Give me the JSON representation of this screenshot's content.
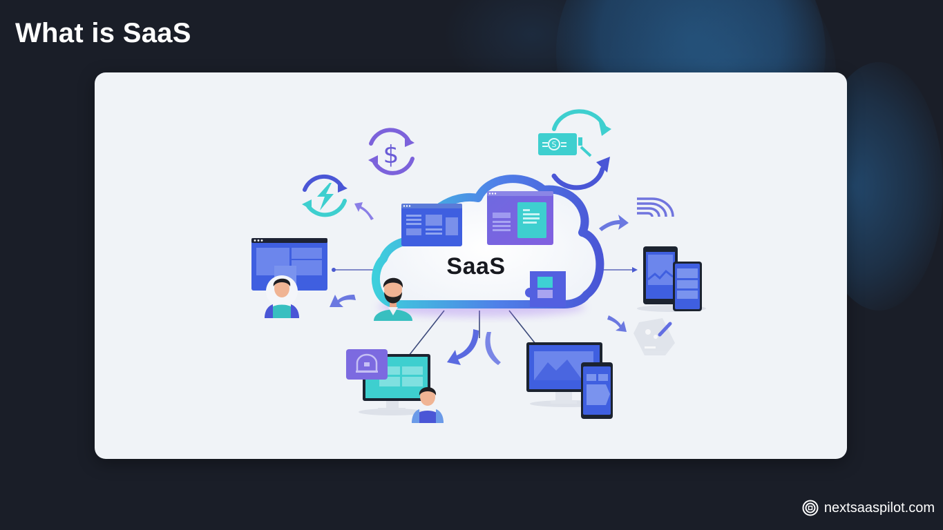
{
  "page": {
    "title": "What is SaaS"
  },
  "illustration": {
    "center_label": "SaaS",
    "elements": [
      {
        "name": "cloud",
        "description": "central cloud containing SaaS label"
      },
      {
        "name": "web-app-window-blue",
        "description": "blue browser window inside cloud"
      },
      {
        "name": "web-app-window-purple",
        "description": "purple browser window with document inside cloud"
      },
      {
        "name": "puzzle-module",
        "description": "puzzle piece module on cloud"
      },
      {
        "name": "bearded-user",
        "description": "user avatar at left of cloud"
      },
      {
        "name": "subscription-dollar-cycle",
        "description": "dollar sign with circular arrows"
      },
      {
        "name": "auto-update-lightning-cycle",
        "description": "lightning bolt with circular arrows"
      },
      {
        "name": "payment-card-cycle",
        "description": "payment card with circular arrows"
      },
      {
        "name": "wireless-signal",
        "description": "signal waves icon"
      },
      {
        "name": "desktop-dashboard-user",
        "description": "browser window with user avatar at left"
      },
      {
        "name": "mobile-devices",
        "description": "phone and tablet at right"
      },
      {
        "name": "settings-tool",
        "description": "faded device with pen icon"
      },
      {
        "name": "desktop-teal-user",
        "description": "teal monitor with camera badge and user"
      },
      {
        "name": "desktop-phone-blue",
        "description": "blue monitor and phone at bottom right"
      }
    ],
    "colors": {
      "blue": "#3f5fe0",
      "indigo": "#4a56d6",
      "purple": "#7c62db",
      "teal": "#3ecfcf",
      "dark": "#1c2330",
      "card_bg": "#f0f3f7"
    }
  },
  "footer": {
    "brand": "nextsaaspilot.com",
    "logo_icon": "circle-logo-icon"
  },
  "colors": {
    "page_bg": "#1a1e28",
    "title_text": "#ffffff",
    "glow": "#234d73"
  }
}
